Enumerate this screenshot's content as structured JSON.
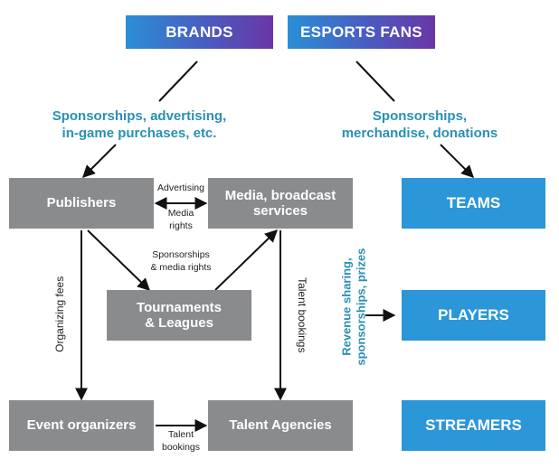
{
  "sources": {
    "brands": "BRANDS",
    "esports_fans": "ESPORTS FANS"
  },
  "flows": {
    "brands_to_publishers": [
      "Sponsorships, advertising,",
      "in-game purchases, etc."
    ],
    "fans_to_teams": [
      "Sponsorships,",
      "merchandise, donations"
    ]
  },
  "industry": {
    "publishers": "Publishers",
    "media": [
      "Media, broadcast",
      "services"
    ],
    "tournaments": [
      "Tournaments",
      "& Leagues"
    ],
    "event_organizers": "Event organizers",
    "talent_agencies": "Talent Agencies"
  },
  "recipients": {
    "teams": "TEAMS",
    "players": "PLAYERS",
    "streamers": "STREAMERS"
  },
  "edge_labels": {
    "advertising": "Advertising",
    "media_rights": [
      "Media",
      "rights"
    ],
    "sponsorships_media_rights": [
      "Sponsorships",
      "& media rights"
    ],
    "organizing_fees": "Organizing fees",
    "talent_bookings_vertical": "Talent bookings",
    "talent_bookings_horizontal": [
      "Talent",
      "bookings"
    ],
    "revenue_sharing": [
      "Revenue sharing,",
      "sponsorships, prizes"
    ]
  },
  "colors": {
    "gradient_start": "#2a8fd6",
    "gradient_end": "#6a36a6",
    "grey_box": "#8a8b8d",
    "blue_box": "#2b96d8",
    "teal_text": "#2a8fb5",
    "arrow": "#111111"
  }
}
